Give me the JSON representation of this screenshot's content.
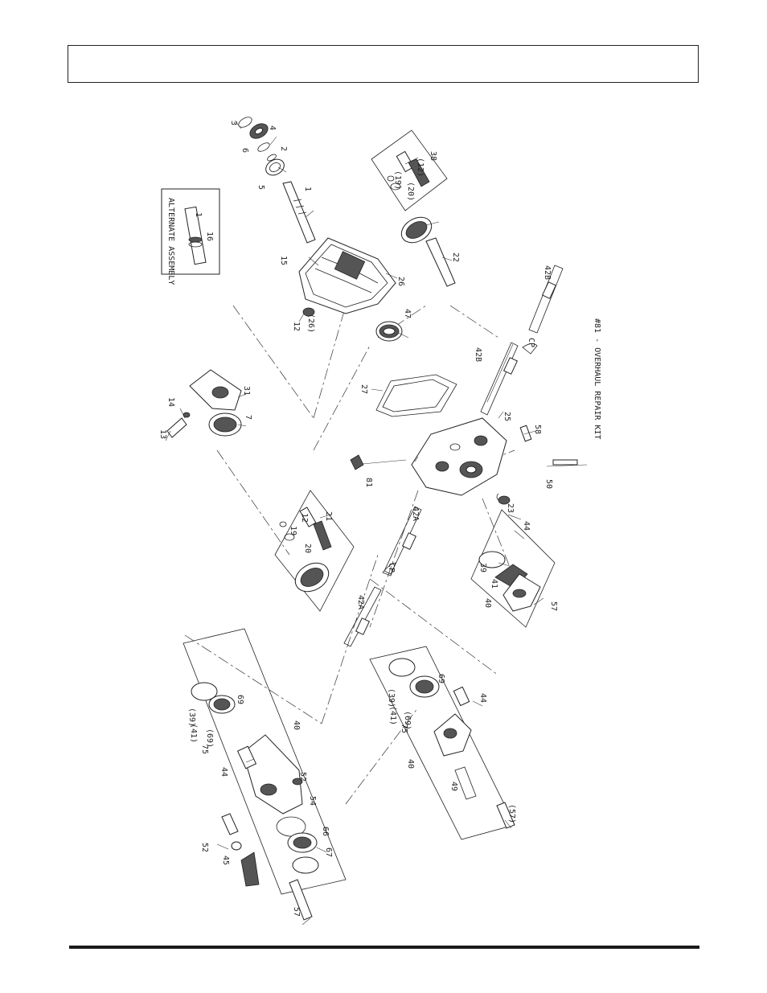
{
  "header": {
    "text": ""
  },
  "inset": {
    "title": "ALTERNATE ASSEMBLY",
    "labels": [
      "1",
      "16"
    ]
  },
  "note": {
    "text": "#81 - OVERHAUL REPAIR KIT"
  },
  "callouts": [
    {
      "id": "c1",
      "text": "3"
    },
    {
      "id": "c2",
      "text": "4"
    },
    {
      "id": "c3",
      "text": "6"
    },
    {
      "id": "c4",
      "text": "2"
    },
    {
      "id": "c5",
      "text": "5"
    },
    {
      "id": "c6",
      "text": "1"
    },
    {
      "id": "c7",
      "text": "15"
    },
    {
      "id": "c8",
      "text": "26"
    },
    {
      "id": "c9",
      "text": "12"
    },
    {
      "id": "c10",
      "text": "(26)"
    },
    {
      "id": "c11",
      "text": "47"
    },
    {
      "id": "c12",
      "text": "(12)"
    },
    {
      "id": "c13",
      "text": "(19)"
    },
    {
      "id": "c14",
      "text": "(20)"
    },
    {
      "id": "c15",
      "text": "38"
    },
    {
      "id": "c16",
      "text": "22"
    },
    {
      "id": "c17",
      "text": "14"
    },
    {
      "id": "c18",
      "text": "13"
    },
    {
      "id": "c19",
      "text": "31"
    },
    {
      "id": "c20",
      "text": "7"
    },
    {
      "id": "c21",
      "text": "27"
    },
    {
      "id": "c22",
      "text": "42B"
    },
    {
      "id": "c23",
      "text": "42B"
    },
    {
      "id": "c24",
      "text": "CP"
    },
    {
      "id": "c25",
      "text": "25"
    },
    {
      "id": "c26",
      "text": "58"
    },
    {
      "id": "c27",
      "text": "81"
    },
    {
      "id": "c28",
      "text": "50"
    },
    {
      "id": "c29",
      "text": "23"
    },
    {
      "id": "c30",
      "text": "44"
    },
    {
      "id": "c31",
      "text": "21"
    },
    {
      "id": "c32",
      "text": "12"
    },
    {
      "id": "c33",
      "text": "19"
    },
    {
      "id": "c34",
      "text": "20"
    },
    {
      "id": "c35",
      "text": "42A"
    },
    {
      "id": "c36",
      "text": "CP"
    },
    {
      "id": "c37",
      "text": "42A"
    },
    {
      "id": "c38",
      "text": "39"
    },
    {
      "id": "c39",
      "text": "41"
    },
    {
      "id": "c40",
      "text": "40"
    },
    {
      "id": "c41",
      "text": "57"
    },
    {
      "id": "c42",
      "text": "(39)"
    },
    {
      "id": "c43",
      "text": "(41)"
    },
    {
      "id": "c44",
      "text": "(69)"
    },
    {
      "id": "c45",
      "text": "69"
    },
    {
      "id": "c46",
      "text": "75"
    },
    {
      "id": "c47",
      "text": "40"
    },
    {
      "id": "c48",
      "text": "44"
    },
    {
      "id": "c49",
      "text": "52"
    },
    {
      "id": "c50",
      "text": "54"
    },
    {
      "id": "c51",
      "text": "66"
    },
    {
      "id": "c52",
      "text": "67"
    },
    {
      "id": "c53",
      "text": "52"
    },
    {
      "id": "c54",
      "text": "45"
    },
    {
      "id": "c55",
      "text": "57"
    },
    {
      "id": "c56",
      "text": "(39)"
    },
    {
      "id": "c57",
      "text": "(41)"
    },
    {
      "id": "c58",
      "text": "(69)"
    },
    {
      "id": "c59",
      "text": "69"
    },
    {
      "id": "c60",
      "text": "75"
    },
    {
      "id": "c61",
      "text": "40"
    },
    {
      "id": "c62",
      "text": "44"
    },
    {
      "id": "c63",
      "text": "49"
    },
    {
      "id": "c64",
      "text": "(57)"
    }
  ]
}
